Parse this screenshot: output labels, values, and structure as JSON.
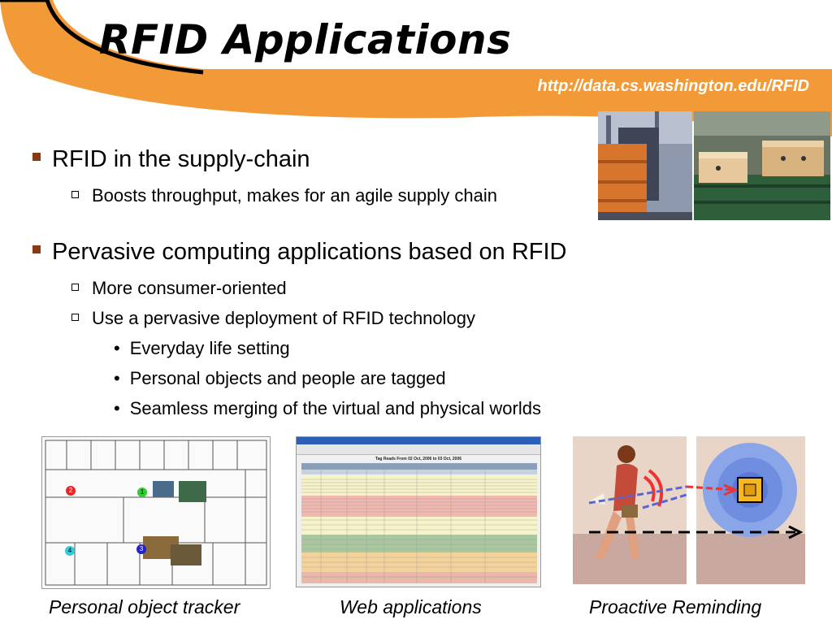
{
  "title": "RFID Applications",
  "url": "http://data.cs.washington.edu/RFID",
  "colors": {
    "accent": "#f39a38",
    "bullet": "#8a3a12"
  },
  "bullets": [
    {
      "text": "RFID in the supply-chain",
      "sub": [
        {
          "text": "Boosts throughput, makes for an agile supply chain"
        }
      ]
    },
    {
      "text": "Pervasive computing applications based on RFID",
      "sub": [
        {
          "text": "More consumer-oriented"
        },
        {
          "text": "Use a pervasive deployment of RFID technology",
          "sub": [
            {
              "text": "Everyday life setting"
            },
            {
              "text": "Personal objects and people are tagged"
            },
            {
              "text": "Seamless merging of the virtual and physical worlds"
            }
          ]
        }
      ]
    }
  ],
  "map_markers": [
    "1",
    "2",
    "3",
    "4"
  ],
  "browser_title": "Tag Reads From 02 Oct, 2006 to 03 Oct, 2006",
  "captions": [
    "Personal object tracker",
    "Web applications",
    "Proactive Reminding"
  ]
}
